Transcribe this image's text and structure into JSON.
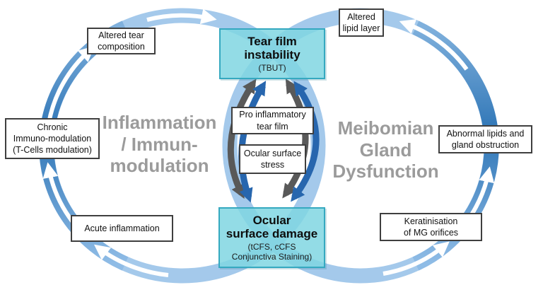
{
  "center": {
    "top_box": {
      "title": "Tear film\ninstability",
      "subtitle": "(TBUT)"
    },
    "bottom_box": {
      "title": "Ocular\nsurface damage",
      "subtitle": "(tCFS, cCFS\nConjunctiva Staining)"
    },
    "mid_boxes": [
      {
        "text": "Pro inflammatory\ntear film"
      },
      {
        "text": "Ocular surface\nstress"
      }
    ]
  },
  "left_cycle": {
    "label": "Inflammation\n/ Immun-\nmodulation",
    "boxes": [
      {
        "id": "altered-tear-composition",
        "text": "Altered tear\ncomposition"
      },
      {
        "id": "chronic-immuno-modulation",
        "text": "Chronic\nImmuno-modulation\n(T-Cells modulation)"
      },
      {
        "id": "acute-inflammation",
        "text": "Acute inflammation"
      }
    ]
  },
  "right_cycle": {
    "label": "Meibomian\nGland\nDysfunction",
    "boxes": [
      {
        "id": "altered-lipid-layer",
        "text": "Altered\nlipid layer"
      },
      {
        "id": "abnormal-lipids-gland-obstruction",
        "text": "Abnormal lipids and\ngland obstruction"
      },
      {
        "id": "keratinisation-mg-orifices",
        "text": "Keratinisation\nof MG orifices"
      }
    ]
  },
  "colors": {
    "ring_light": "#A4C9EB",
    "ring_dark": "#2E75B6",
    "arrow_white": "#FFFFFF",
    "center_gray": "#595959",
    "center_blue": "#2766AE",
    "teal_fill": "rgba(128,214,226,0.85)",
    "teal_border": "#35A9C0",
    "node_border": "#3F3F3F",
    "label_gray": "#9B9B9B"
  }
}
